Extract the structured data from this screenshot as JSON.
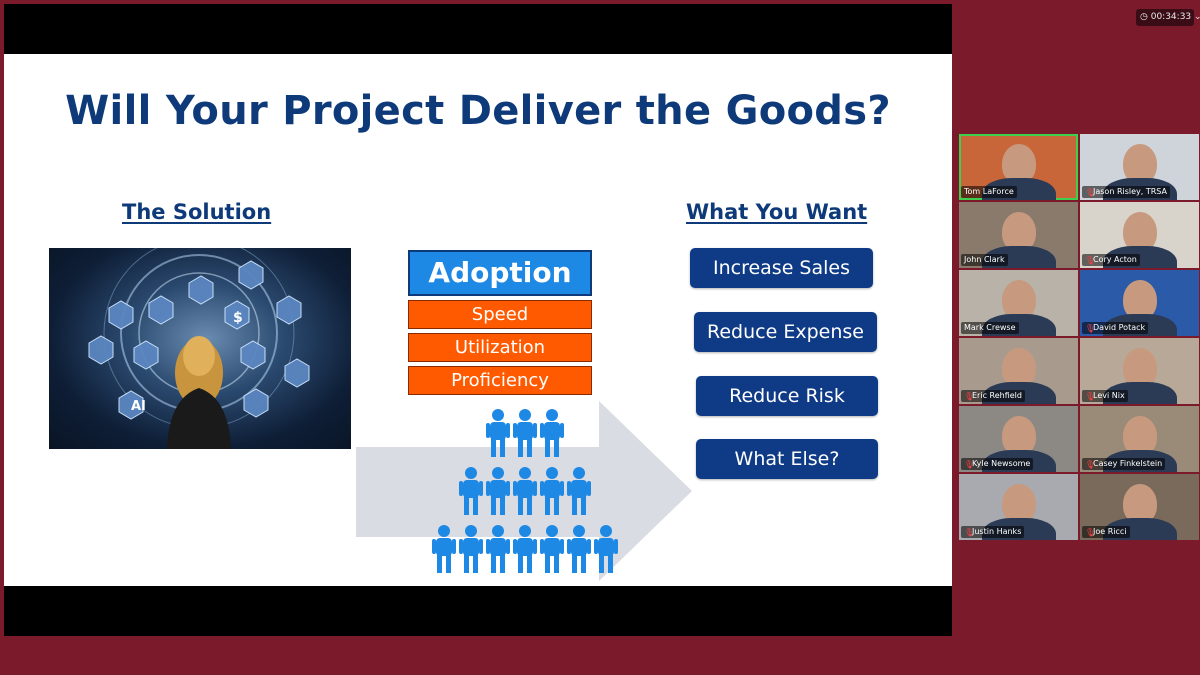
{
  "timer": {
    "icon": "clock-icon",
    "value": "00:34:33"
  },
  "slide": {
    "title": "Will Your Project Deliver the Goods?",
    "left_heading": "The Solution",
    "right_heading": "What You Want",
    "adoption": "Adoption",
    "metrics": [
      "Speed",
      "Utilization",
      "Proficiency"
    ],
    "outcomes": [
      "Increase Sales",
      "Reduce Expense",
      "Reduce Risk",
      "What Else?"
    ],
    "photo_label": "AI"
  },
  "participants": [
    {
      "name": "Tom LaForce",
      "active": true,
      "muted": false,
      "bg": "#c8663a"
    },
    {
      "name": "Jason Risley, TRSA",
      "active": false,
      "muted": true,
      "bg": "#cfd4da"
    },
    {
      "name": "John Clark",
      "active": false,
      "muted": false,
      "bg": "#8a7a6c"
    },
    {
      "name": "Cory Acton",
      "active": false,
      "muted": true,
      "bg": "#d8d4cc"
    },
    {
      "name": "Mark Crewse",
      "active": false,
      "muted": false,
      "bg": "#b8b2a8"
    },
    {
      "name": "David Potack",
      "active": false,
      "muted": true,
      "bg": "#2a5aa8"
    },
    {
      "name": "Eric Rehfield",
      "active": false,
      "muted": true,
      "bg": "#a89a8c"
    },
    {
      "name": "Levi Nix",
      "active": false,
      "muted": true,
      "bg": "#b8a898"
    },
    {
      "name": "Kyle Newsome",
      "active": false,
      "muted": true,
      "bg": "#8c8884"
    },
    {
      "name": "Casey Finkelstein",
      "active": false,
      "muted": true,
      "bg": "#9a8a78"
    },
    {
      "name": "Justin Hanks",
      "active": false,
      "muted": true,
      "bg": "#a8aab0"
    },
    {
      "name": "Joe Ricci",
      "active": false,
      "muted": true,
      "bg": "#7a6a5c"
    }
  ]
}
